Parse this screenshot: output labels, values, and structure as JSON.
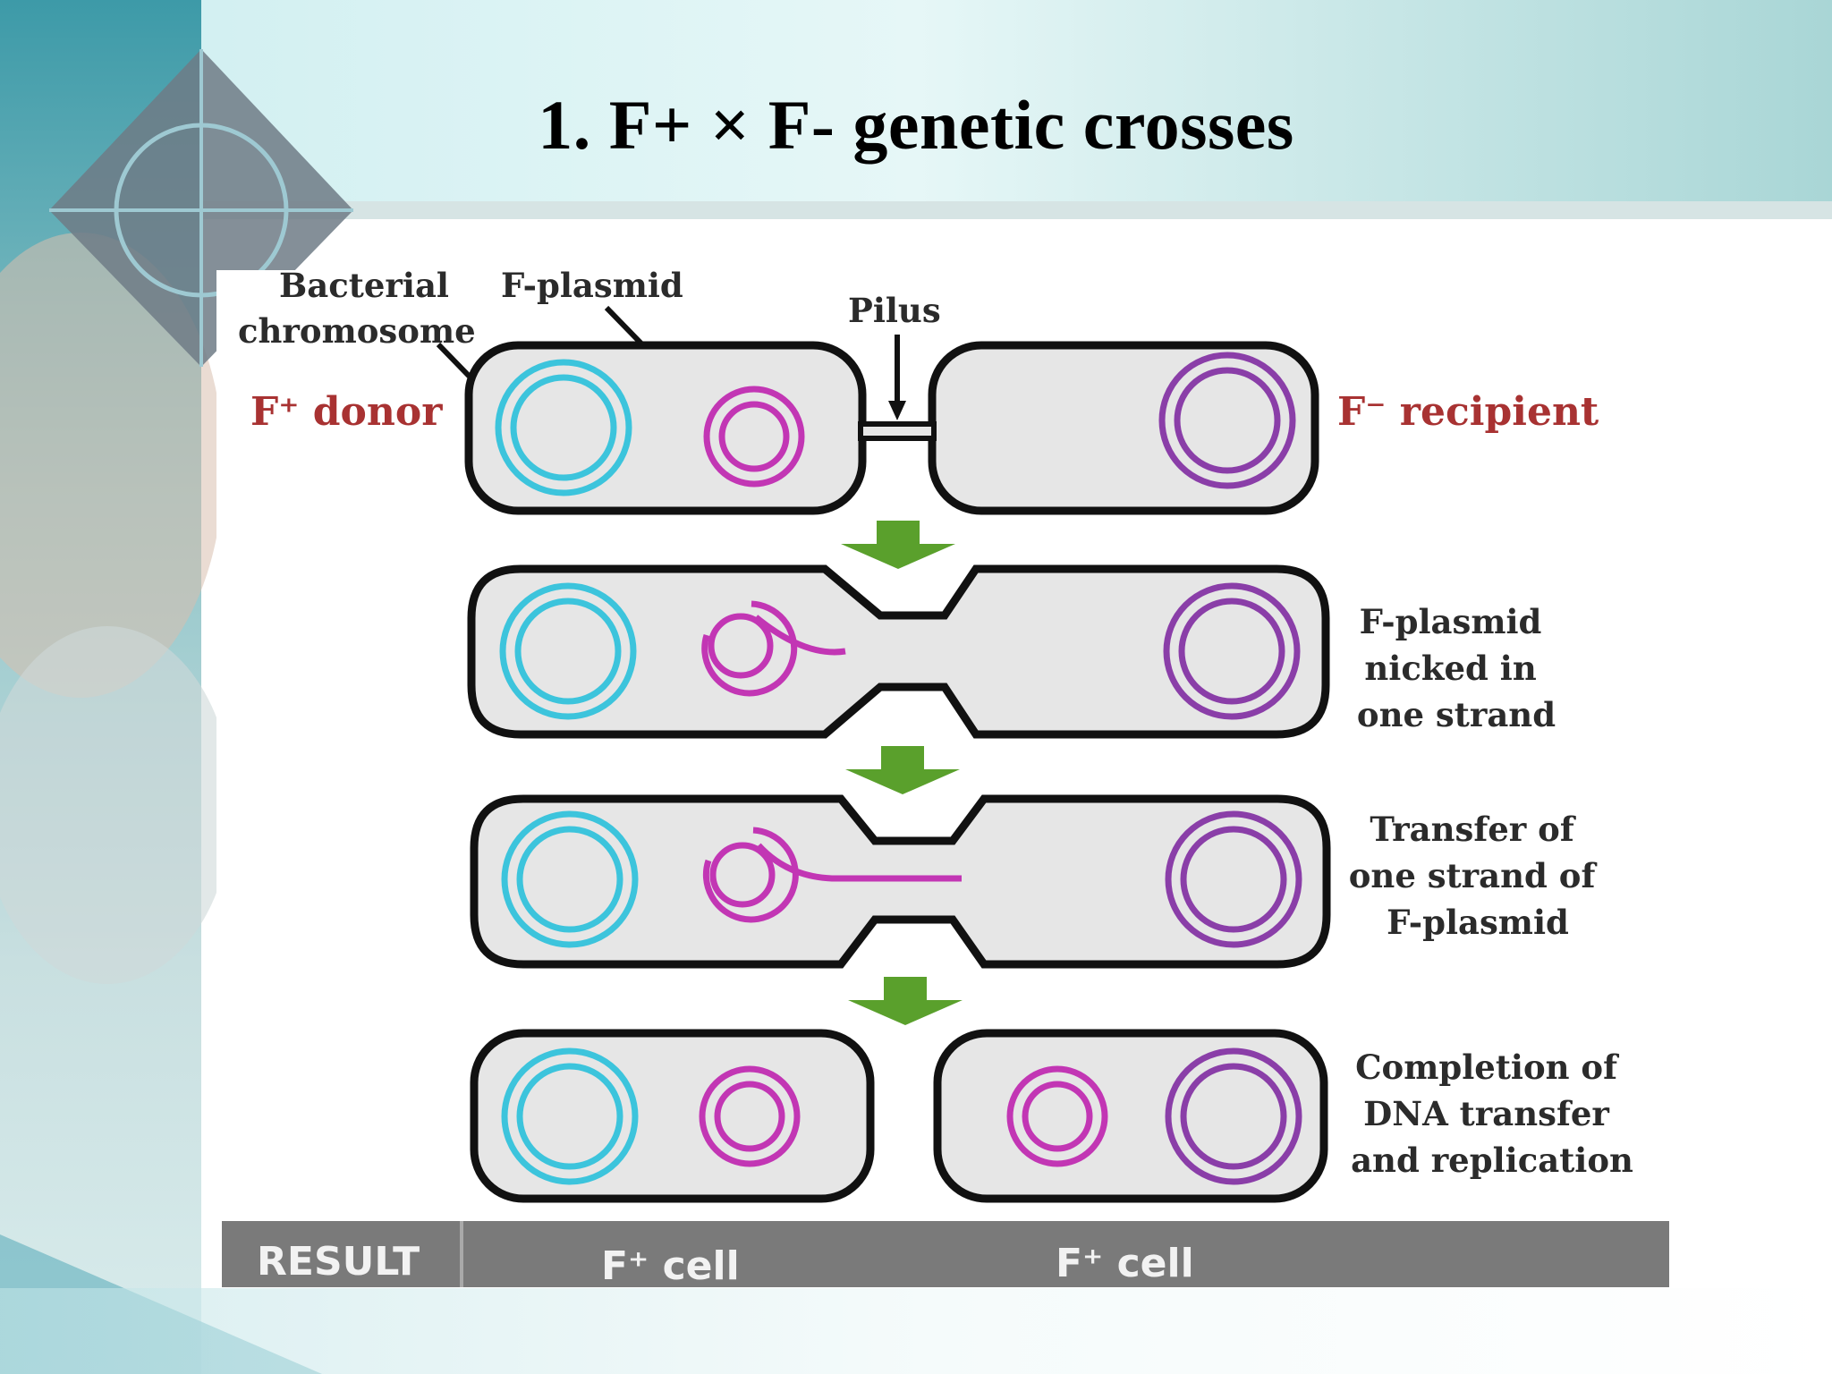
{
  "slide": {
    "title": "1. F+ × F- genetic crosses"
  },
  "labels": {
    "bacterial_chromosome": [
      "Bacterial",
      "chromosome"
    ],
    "f_plasmid": "F-plasmid",
    "pilus": "Pilus",
    "f_plus_donor": "F⁺ donor",
    "f_minus_recipient": "F⁻ recipient"
  },
  "steps": [
    {
      "caption": [
        "F-plasmid",
        "nicked in",
        "one strand"
      ]
    },
    {
      "caption": [
        "Transfer of",
        "one strand of",
        "F-plasmid"
      ]
    },
    {
      "caption": [
        "Completion of",
        "DNA transfer",
        "and replication"
      ]
    }
  ],
  "result": {
    "label": "RESULT",
    "cells": [
      "F⁺ cell",
      "F⁺ cell"
    ]
  },
  "colors": {
    "chromosome": "#3cc4dc",
    "plasmid": "#c236b4",
    "recipient_chromosome": "#8a3ea8",
    "arrow": "#5aa02c",
    "cell_fill": "#e6e6e6",
    "result_bar": "#7a7a7a",
    "label_red": "#a83232"
  }
}
